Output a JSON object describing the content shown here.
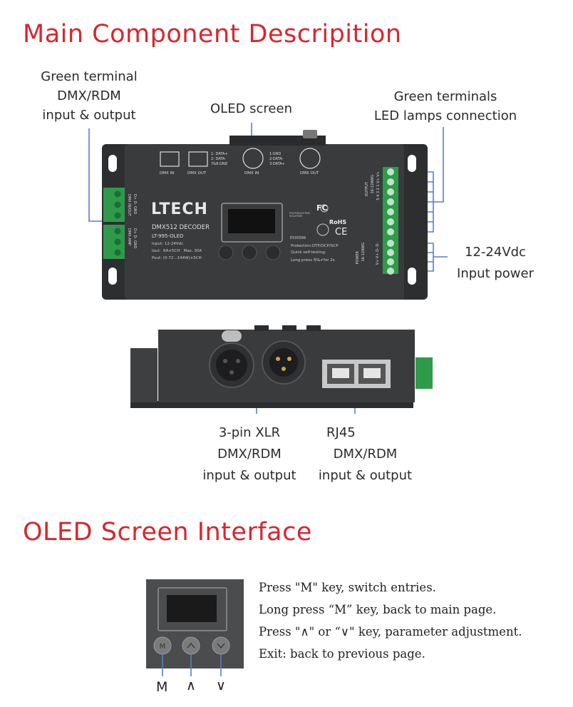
{
  "section1": {
    "title": "Main Component Descripition",
    "labels": {
      "green_terminal_dmx": [
        "Green terminal",
        "DMX/RDM",
        "input & output"
      ],
      "oled_screen": "OLED screen",
      "green_terminals_led": [
        "Green terminals",
        "LED lamps connection"
      ],
      "input_power": [
        "12-24Vdc",
        "Input power"
      ],
      "xlr": [
        "3-pin XLR",
        "DMX/RDM",
        "input & output"
      ],
      "rj45": [
        "RJ45",
        "DMX/RDM",
        "input & output"
      ]
    },
    "device": {
      "brand": "LTECH",
      "model_name": "DMX512 DECODER",
      "model_code": "LT-995-OLED",
      "spec_input": "Input: 12-24Vdc",
      "spec_iout": "Iout:  6A×5CH   Max. 30A",
      "spec_pout": "Pout: (0-72...144W)×5CH",
      "protection": "Protection:OTP/OCP/SCP",
      "self_test": "Quick self-testing:",
      "long_press": "Long press Ⓜ&✔for 2s",
      "port_dmx_in": "DMX IN",
      "port_dmx_out": "DMX OUT",
      "port_dmx_in_xlr": "DMX IN",
      "port_dmx_out_xlr": "DMX OUT",
      "rj45_pins": "1: DATA+\n2: DATA-\n7&8:GND",
      "xlr_pins": "1:GND\n2:DATA-\n3:DATA+",
      "terminal_dmx_in_out": "D+ D- GND",
      "terminal_dmx_amp": "D+ D- GND",
      "dmx_in_out": "DMX IN/OUT",
      "dmx_amp": "DMX AMP",
      "output_label": "OUTPUT",
      "output_awg": "16-12AWG",
      "output_channels": "5 4 3 2 1 V+ V+",
      "power_label": "POWER",
      "power_awg": "16-12AWG",
      "power_pins": "V+ V+ D- D-",
      "cert_rohs": "RoHS",
      "cert_ce": "CE",
      "cert_fc": "FC",
      "cert_code": "E500586",
      "cert_small": "PHOTOELECTRIC SOLUTION"
    }
  },
  "section2": {
    "title": "OLED Screen Interface",
    "instructions": [
      "Press \"M\" key,  switch entries.",
      "Long press “M” key, back to main page.",
      "Press \"∧\" or “∨\" key,  parameter adjustment.",
      "Exit: back to previous page."
    ],
    "keys": {
      "m": "M",
      "up": "∧",
      "down": "∨"
    }
  },
  "colors": {
    "title_red": "#d8262e",
    "device_body": "#3a3b3d",
    "terminal_green": "#2e9a4a",
    "line_blue": "#5a7fc8"
  }
}
